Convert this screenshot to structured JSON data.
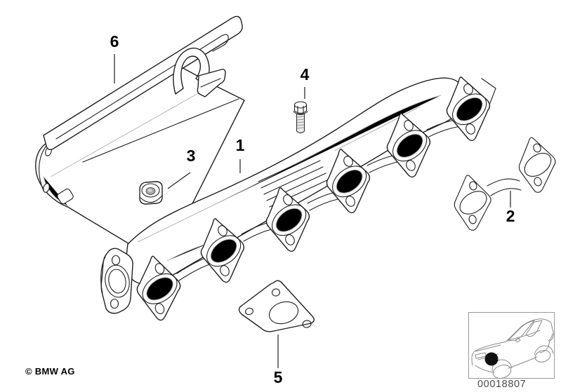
{
  "callouts": {
    "c1": {
      "label": "1"
    },
    "c2": {
      "label": "2"
    },
    "c3": {
      "label": "3"
    },
    "c4": {
      "label": "4"
    },
    "c5": {
      "label": "5"
    },
    "c6": {
      "label": "6"
    }
  },
  "footer": {
    "copyright": "© BMW AG"
  },
  "reference": {
    "image_number": "00018807"
  },
  "colors": {
    "background": "#ffffff",
    "line": "#1f1f1f",
    "highlight_line": "#b5b5b5",
    "box_border": "#9a9a9a",
    "reference_text": "#4d4d4d",
    "location_dot": "#111111"
  }
}
